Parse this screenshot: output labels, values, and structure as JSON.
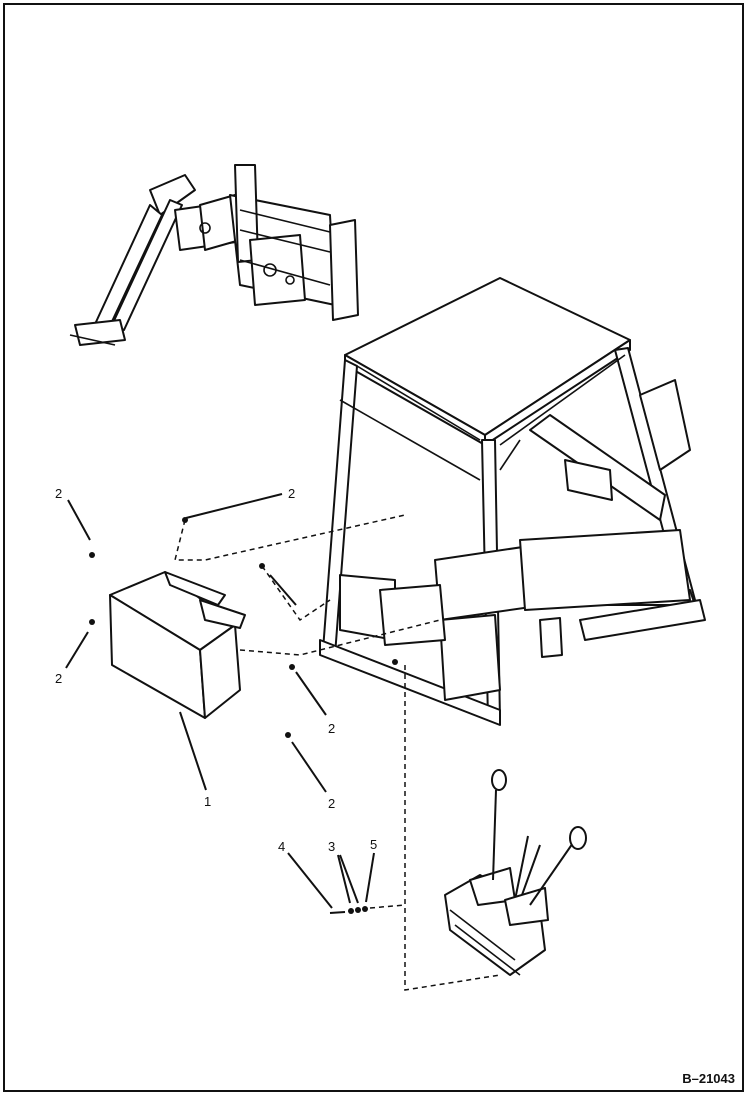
{
  "drawing_ref": "B–21043",
  "callouts": [
    {
      "id": "c1",
      "text": "2"
    },
    {
      "id": "c2",
      "text": "2"
    },
    {
      "id": "c3",
      "text": "2"
    },
    {
      "id": "c4",
      "text": "2"
    },
    {
      "id": "c5",
      "text": "2"
    },
    {
      "id": "c6",
      "text": "1"
    },
    {
      "id": "c7",
      "text": "2"
    },
    {
      "id": "c8",
      "text": "4"
    },
    {
      "id": "c9",
      "text": "3"
    },
    {
      "id": "c10",
      "text": "5"
    }
  ]
}
